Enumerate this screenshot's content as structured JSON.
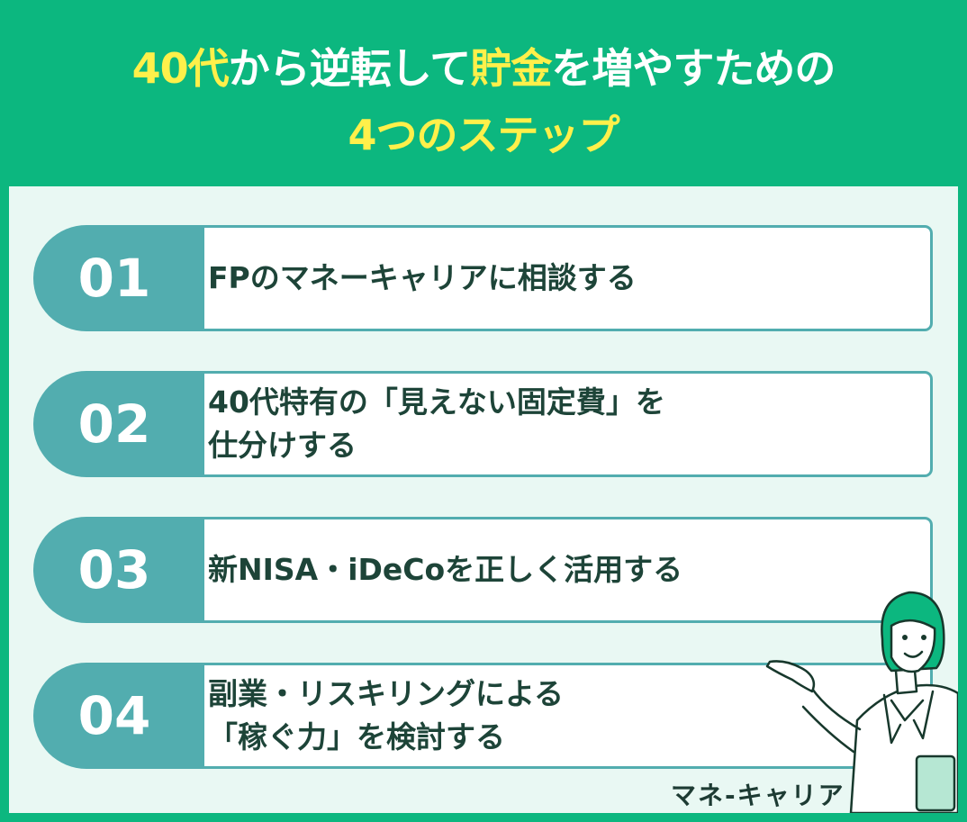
{
  "header": {
    "line1": [
      {
        "text": "40代",
        "highlight": true
      },
      {
        "text": "から逆転して",
        "highlight": false
      },
      {
        "text": "貯金",
        "highlight": true
      },
      {
        "text": "を増やすための",
        "highlight": false
      }
    ],
    "line2": [
      {
        "text": "4つのステップ",
        "highlight": true
      }
    ]
  },
  "steps": [
    {
      "number": "01",
      "lines": [
        "FPのマネーキャリアに相談する"
      ]
    },
    {
      "number": "02",
      "lines": [
        "40代特有の「見えない固定費」を",
        "仕分けする"
      ]
    },
    {
      "number": "03",
      "lines": [
        "新NISA・iDeCoを正しく活用する"
      ]
    },
    {
      "number": "04",
      "lines": [
        "副業・リスキリングによる",
        "「稼ぐ力」を検討する"
      ]
    }
  ],
  "logo": "マネ-キャリア",
  "colors": {
    "frame": "#0cb77f",
    "highlight": "#fff04a",
    "panel": "#e9f8f3",
    "step_accent": "#52adaf",
    "step_text": "#1d4438"
  },
  "illustration": "woman-presenting-icon"
}
